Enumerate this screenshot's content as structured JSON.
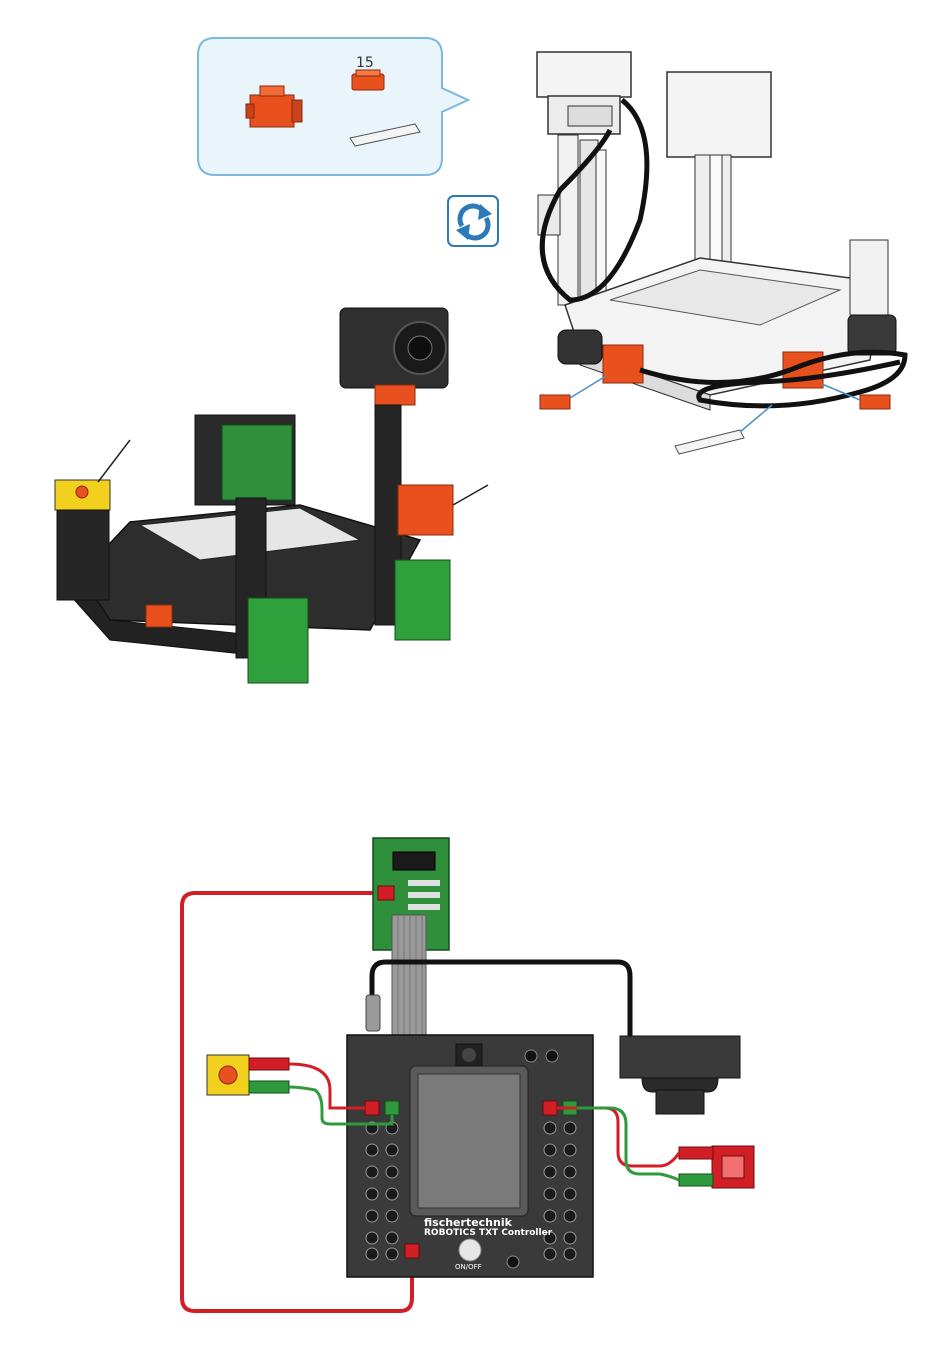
{
  "parts_callout": {
    "part_quantity": "15"
  },
  "icons": {
    "rotate": "rotate-icon"
  },
  "controller": {
    "brand": "fischertechnik",
    "model": "ROBOTICS TXT Controller",
    "power_label": "ON/OFF"
  },
  "colors": {
    "wire_red": "#d21f26",
    "wire_green": "#2e9a3c",
    "board_green": "#2f8f3a",
    "part_orange": "#e8501e",
    "callout_bg": "#eaf5fb",
    "callout_border": "#7ab8dc",
    "controller_dark": "#3a3a3a"
  }
}
